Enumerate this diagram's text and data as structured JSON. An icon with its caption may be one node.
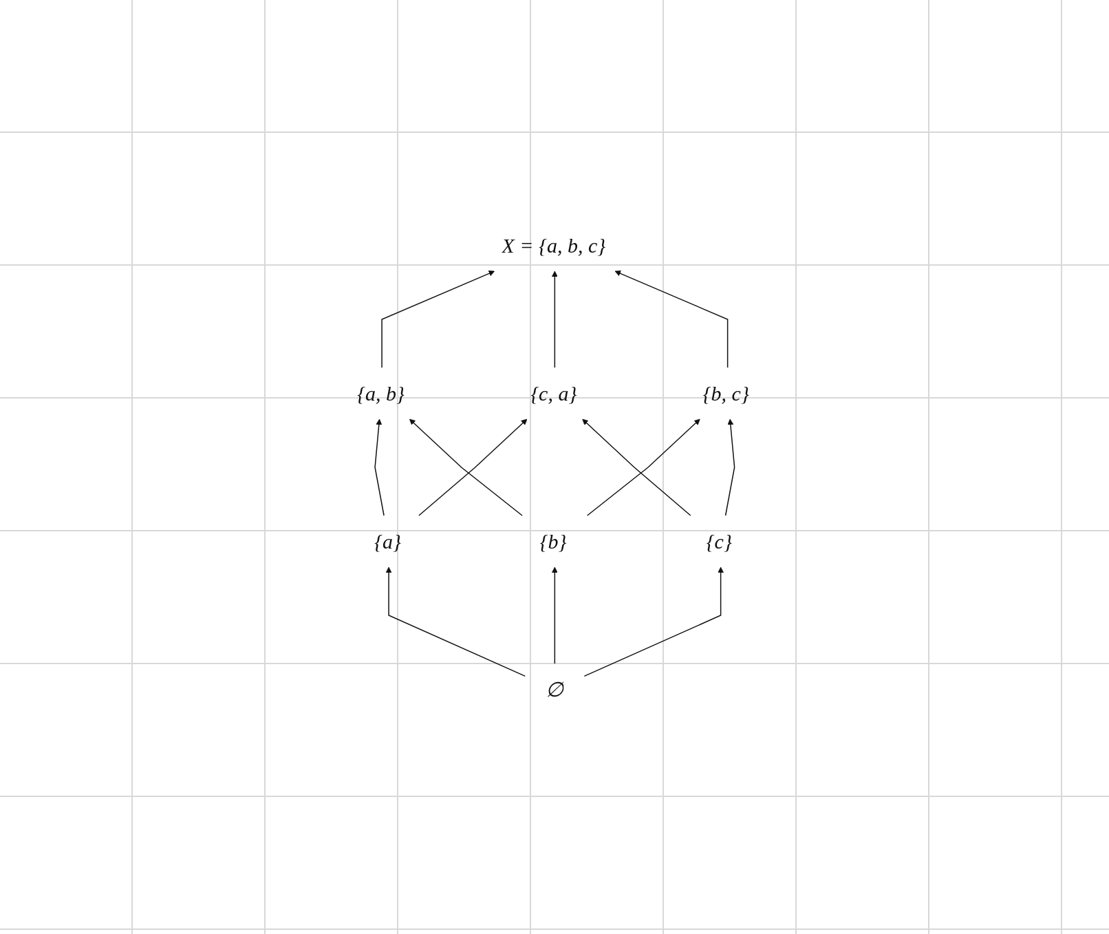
{
  "diagram": {
    "nodes": [
      {
        "text": [
          "X = {a, b, c}"
        ]
      },
      {
        "text": [
          "{a, b}"
        ]
      },
      {
        "text": [
          "{c, a}"
        ]
      },
      {
        "text": [
          "{b, c}"
        ]
      },
      {
        "text": [
          "{a}"
        ]
      },
      {
        "text": [
          "{b}"
        ]
      },
      {
        "text": [
          "{c}"
        ]
      },
      {
        "text": [
          "∅"
        ]
      }
    ],
    "edges": [
      {
        "from": 1,
        "to": 0,
        "arrow": "to"
      },
      {
        "from": 2,
        "to": 0,
        "arrow": "to"
      },
      {
        "from": 3,
        "to": 0,
        "arrow": "to"
      },
      {
        "from": 4,
        "to": 1,
        "arrow": "to"
      },
      {
        "from": 4,
        "to": 2,
        "arrow": "to"
      },
      {
        "from": 5,
        "to": 1,
        "arrow": "to"
      },
      {
        "from": 5,
        "to": 3,
        "arrow": "to"
      },
      {
        "from": 6,
        "to": 2,
        "arrow": "to"
      },
      {
        "from": 6,
        "to": 3,
        "arrow": "to"
      },
      {
        "from": 7,
        "to": 4,
        "arrow": "to"
      },
      {
        "from": 7,
        "to": 5,
        "arrow": "to"
      },
      {
        "from": 7,
        "to": 6,
        "arrow": "to"
      }
    ]
  }
}
